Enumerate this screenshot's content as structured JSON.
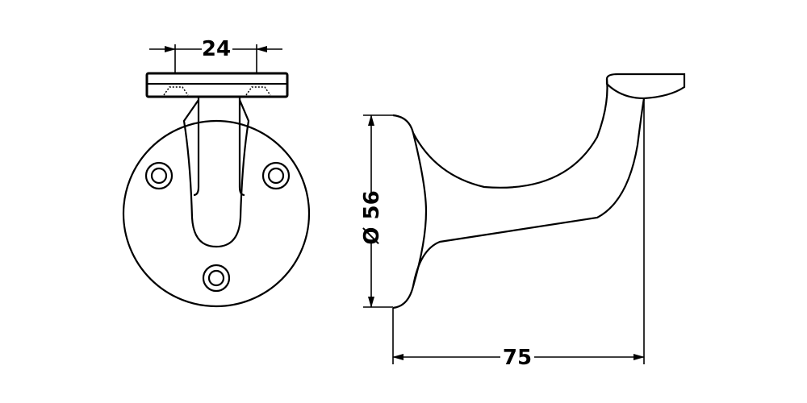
{
  "dimensions": {
    "plate_width": "24",
    "base_diameter": "Ø 56",
    "projection": "75"
  },
  "colors": {
    "line": "#000000",
    "background": "#ffffff"
  }
}
